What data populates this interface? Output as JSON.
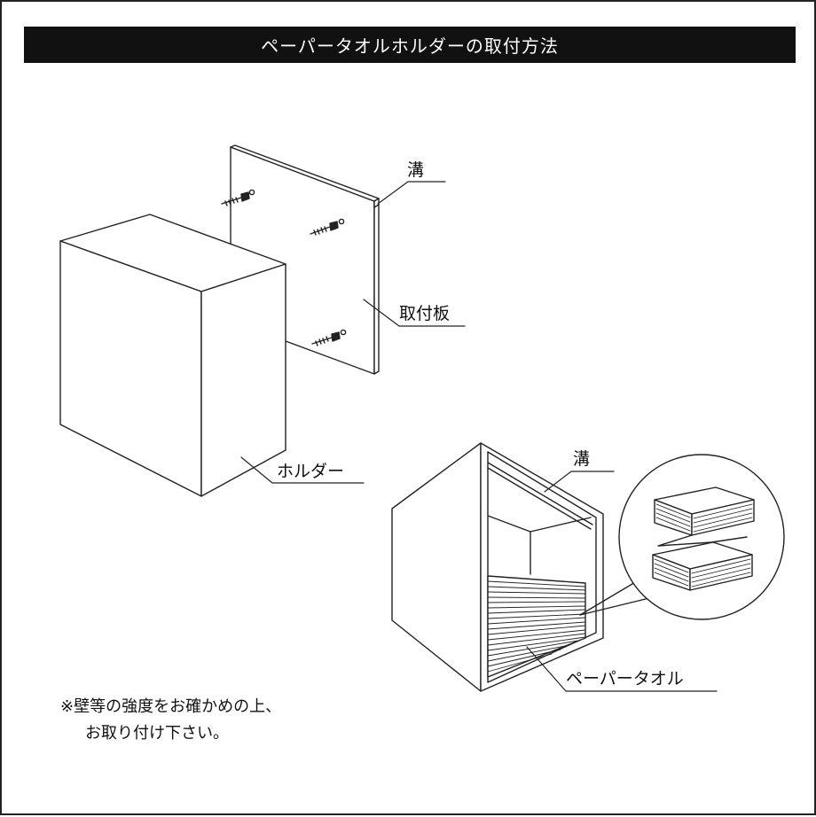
{
  "title": "ペーパータオルホルダーの取付方法",
  "labels": {
    "groove_top": "溝",
    "mounting_plate": "取付板",
    "holder": "ホルダー",
    "groove_bottom": "溝",
    "paper_towel": "ペーパータオル"
  },
  "note": {
    "line1": "※壁等の強度をお確かめの上、",
    "line2": "お取り付け下さい。"
  },
  "colors": {
    "title_bg": "#111111",
    "title_fg": "#ffffff",
    "line": "#222222"
  }
}
